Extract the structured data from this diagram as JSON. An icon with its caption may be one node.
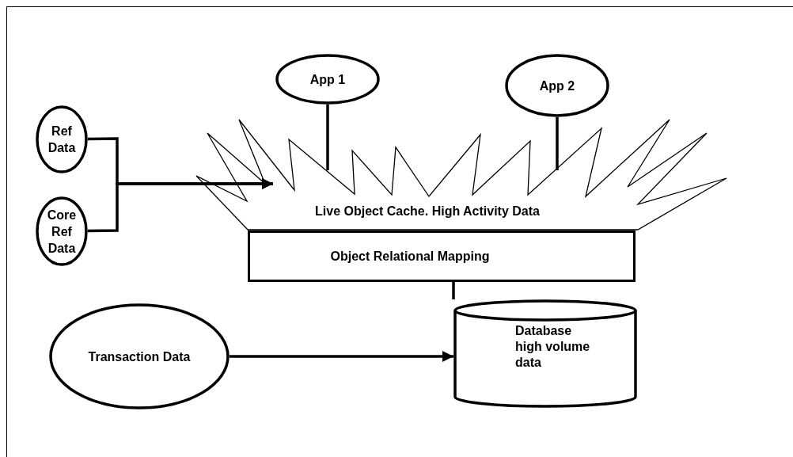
{
  "diagram": {
    "nodes": [
      {
        "text": [
          "Ref Data"
        ]
      },
      {
        "text": [
          "Core Ref Data"
        ]
      },
      {
        "text": [
          "App 1"
        ]
      },
      {
        "text": [
          "App 2"
        ]
      },
      {
        "text": [
          "Live Object Cache. High Activity Data"
        ]
      },
      {
        "text": [
          "Object Relational Mapping"
        ]
      },
      {
        "text": [
          "Transaction Data"
        ]
      },
      {
        "text": [
          "Database high volume data"
        ]
      }
    ],
    "edges": [
      {
        "from": 0,
        "to": 4,
        "arrow": "to"
      },
      {
        "from": 1,
        "to": 4,
        "arrow": "to"
      },
      {
        "from": 2,
        "to": 4,
        "arrow": "none"
      },
      {
        "from": 3,
        "to": 4,
        "arrow": "none"
      },
      {
        "from": 5,
        "to": 7,
        "arrow": "none"
      },
      {
        "from": 6,
        "to": 7,
        "arrow": "to"
      }
    ]
  }
}
